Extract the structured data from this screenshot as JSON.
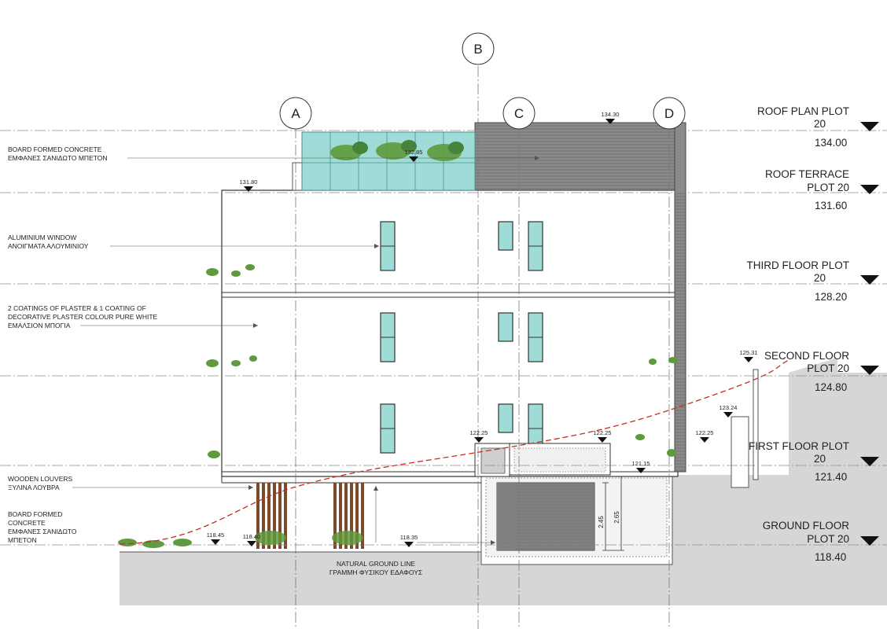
{
  "grid_lines": [
    {
      "id": "a",
      "label": "A"
    },
    {
      "id": "b",
      "label": "B"
    },
    {
      "id": "c",
      "label": "C"
    },
    {
      "id": "d",
      "label": "D"
    }
  ],
  "levels": [
    {
      "id": "roof-plan",
      "line1": "ROOF PLAN PLOT",
      "line2": "20",
      "value": "134.00"
    },
    {
      "id": "roof-terrace",
      "line1": "ROOF TERRACE",
      "line2": "PLOT 20",
      "value": "131.60"
    },
    {
      "id": "third-floor",
      "line1": "THIRD FLOOR PLOT",
      "line2": "20",
      "value": "128.20"
    },
    {
      "id": "second-floor",
      "line1": "SECOND FLOOR",
      "line2": "PLOT 20",
      "value": "124.80"
    },
    {
      "id": "first-floor",
      "line1": "FIRST FLOOR PLOT",
      "line2": "20",
      "value": "121.40"
    },
    {
      "id": "ground-floor",
      "line1": "GROUND FLOOR",
      "line2": "PLOT 20",
      "value": "118.40"
    }
  ],
  "notes": {
    "board_concrete_top": [
      "BOARD FORMED CONCRETE",
      "ΕΜΦΑΝΕΣ ΣΑΝΙΔΩΤΟ ΜΠΕΤΟΝ"
    ],
    "aluminium_window": [
      "ALUMINIUM WINDOW",
      "ΑΝΟΙΓΜΑΤΑ ΑΛΟΥΜΙΝΙΟΥ"
    ],
    "plaster": [
      "2 COATINGS OF PLASTER & 1 COATING OF",
      "DECORATIVE PLASTER COLOUR PURE WHITE",
      "ΕΜΑΛΣΙΟΝ ΜΠΟΓΙΑ"
    ],
    "wooden_louvers": [
      "WOODEN LOUVERS",
      "ΞΥΛΙΝΑ ΛΟΥΒΡΑ"
    ],
    "board_concrete_bottom": [
      "BOARD FORMED",
      "CONCRETE",
      "ΕΜΦΑΝΕΣ ΣΑΝΙΔΩΤΟ",
      "ΜΠΕΤΟΝ"
    ],
    "natural_ground": [
      "NATURAL GROUND LINE",
      "ΓΡΑΜΜΗ ΦΥΣΙΚΟΥ ΕΔΑΦΟΥΣ"
    ]
  },
  "spot_elevations": {
    "e134_30": "134.30",
    "e132_85": "132.85",
    "e131_80": "131.80",
    "e125_31": "125.31",
    "e123_24": "123.24",
    "e122_25_a": "122.25",
    "e122_25_b": "122.25",
    "e122_25_c": "122.25",
    "e121_15": "121.15",
    "e118_45": "118.45",
    "e118_40": "118.40",
    "e118_35": "118.35"
  },
  "dimensions": {
    "d245": "2.45",
    "d265": "2.65"
  },
  "colors": {
    "glass": "#9fdcd8",
    "cladding": "#8a8a8a",
    "ground": "#d6d6d6",
    "wood": "#7a4a2a",
    "ground_line": "#cc2a1e",
    "plant": "#5f9a3c"
  }
}
